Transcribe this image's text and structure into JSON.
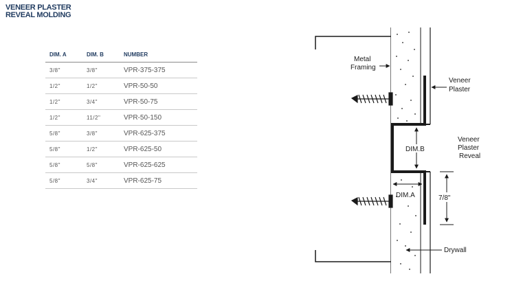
{
  "title": {
    "line1": "VENEER PLASTER",
    "line2": "REVEAL MOLDING"
  },
  "table": {
    "headers": [
      "DIM. A",
      "DIM. B",
      "NUMBER"
    ],
    "rows": [
      {
        "dim_a": "3/8\"",
        "dim_b": "3/8\"",
        "number": "VPR-375-375"
      },
      {
        "dim_a": "1/2\"",
        "dim_b": "1/2\"",
        "number": "VPR-50-50"
      },
      {
        "dim_a": "1/2\"",
        "dim_b": "3/4\"",
        "number": "VPR-50-75"
      },
      {
        "dim_a": "1/2\"",
        "dim_b": "11/2\"",
        "number": "VPR-50-150"
      },
      {
        "dim_a": "5/8\"",
        "dim_b": "3/8\"",
        "number": "VPR-625-375"
      },
      {
        "dim_a": "5/8\"",
        "dim_b": "1/2\"",
        "number": "VPR-625-50"
      },
      {
        "dim_a": "5/8\"",
        "dim_b": "5/8\"",
        "number": "VPR-625-625"
      },
      {
        "dim_a": "5/8\"",
        "dim_b": "3/4\"",
        "number": "VPR-625-75"
      }
    ]
  },
  "diagram": {
    "label_metal_framing_1": "Metal",
    "label_metal_framing_2": "Framing",
    "label_veneer_plaster_1": "Veneer",
    "label_veneer_plaster_2": "Plaster",
    "label_reveal_1": "Veneer",
    "label_reveal_2": "Plaster",
    "label_reveal_3": "Reveal",
    "label_dim_b": "DIM.B",
    "label_dim_a": "DIM.A",
    "label_depth": "7/8\"",
    "label_drywall": "Drywall"
  },
  "colors": {
    "title": "#1f3a5f",
    "line": "#1a1a1a"
  }
}
